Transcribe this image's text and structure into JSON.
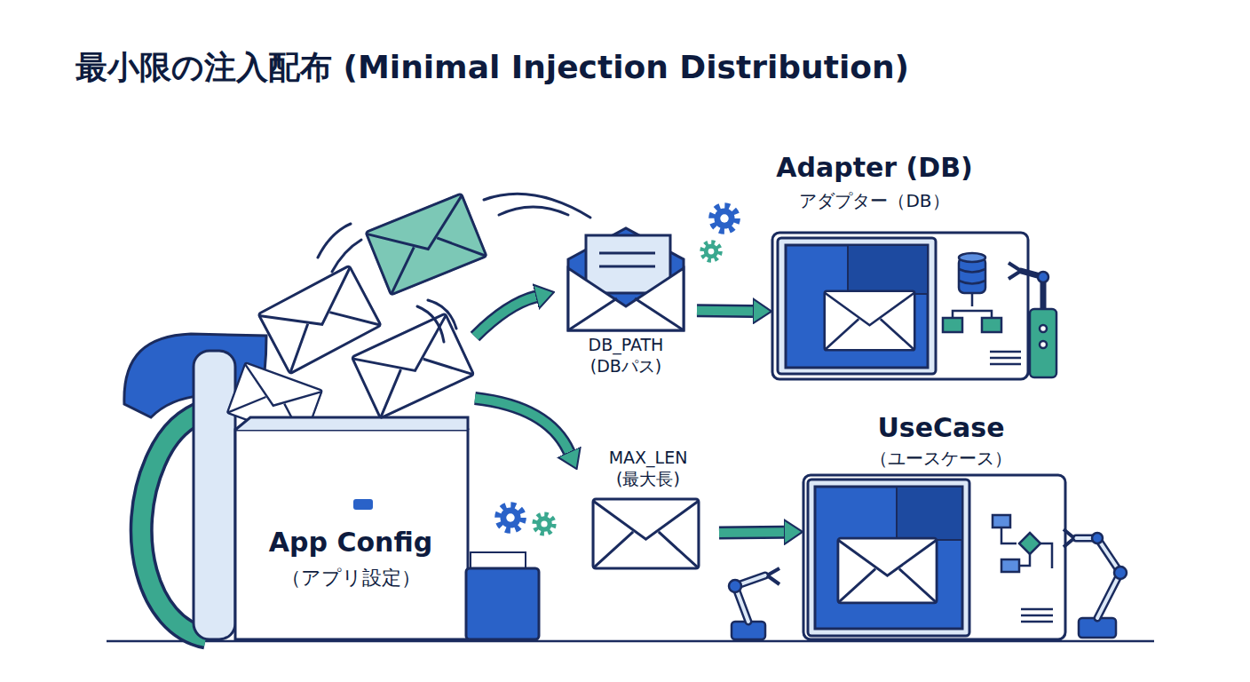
{
  "diagram": {
    "title": "最小限の注入配布 (Minimal Injection Distribution)",
    "nodes": [
      {
        "text": [
          "App Config",
          "（アプリ設定）"
        ]
      },
      {
        "text": [
          "DB_PATH",
          "(DBパス)"
        ]
      },
      {
        "text": [
          "MAX_LEN",
          "(最大長)"
        ]
      },
      {
        "text": [
          "Adapter (DB)",
          "アダプター（DB）"
        ]
      },
      {
        "text": [
          "UseCase",
          "（ユースケース）"
        ]
      }
    ],
    "edges": [
      {
        "from": 0,
        "to": 1,
        "arrow": "to"
      },
      {
        "from": 0,
        "to": 2,
        "arrow": "to"
      },
      {
        "from": 1,
        "to": 3,
        "arrow": "to"
      },
      {
        "from": 2,
        "to": 4,
        "arrow": "to"
      }
    ]
  }
}
